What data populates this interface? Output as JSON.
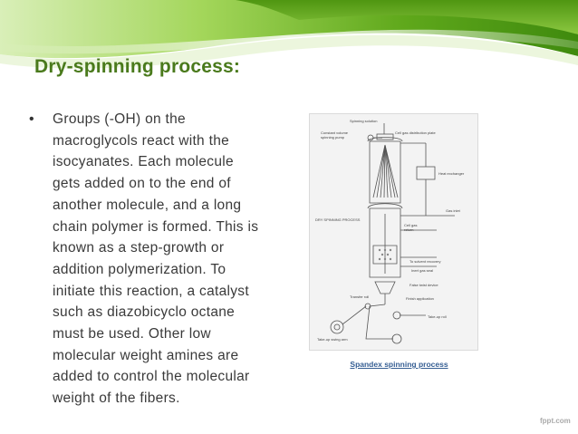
{
  "slide": {
    "title": "Dry-spinning process:",
    "bullet_marker": "•",
    "bullet_lines": [
      "Groups (-OH) on the",
      "macroglycols react with the",
      "isocyanates. Each molecule",
      "gets added on to the end of",
      "another molecule, and a long",
      "chain polymer is formed. This is",
      "known as a step-growth or",
      "addition polymerization. To",
      "initiate this reaction, a catalyst",
      "such as diazobicyclo octane",
      "must be used. Other low",
      "molecular weight amines are",
      "added to control the molecular",
      "weight of the fibers."
    ]
  },
  "figure": {
    "caption": "Spandex spinning process",
    "labels": {
      "spinning_solution": "Spinning solution",
      "constant_volume_pump": "Constant volume",
      "constant_volume_pump_2": "spinning pump",
      "cell_gas_plate": "Cell gas distribution plate",
      "heat_exchanger": "Heat exchanger",
      "dry_spinning": "DRY SPINNING PROCESS",
      "gas_inlet": "Gas inlet",
      "cell_gas_return": "Cell gas",
      "cell_gas_return_2": "return",
      "solvent_recovery": "To solvent recovery",
      "inert_gas_seal": "Inert gas seal",
      "false_twist": "False twist device",
      "transfer_roll": "Transfer roll",
      "finish_application": "Finish application",
      "take_up_roll": "Take-up roll",
      "take_up_swing": "Take-up swing arm"
    }
  },
  "footer": {
    "brand": "fppt.com"
  },
  "colors": {
    "title": "#4a7a1c",
    "body_text": "#3a3a3a",
    "caption": "#355e93",
    "green_dark": "#5d9d16",
    "green_light": "#b8e07a"
  }
}
